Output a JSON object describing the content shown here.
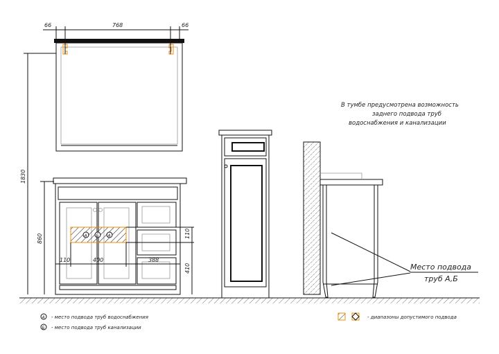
{
  "dimensions": {
    "mirror_left_margin": "66",
    "mirror_width": "768",
    "mirror_right_margin": "66",
    "total_height": "1830",
    "cabinet_height": "860",
    "zone_height": "110",
    "zone_floor_height": "410",
    "zone_left_offset": "110",
    "zone_width": "400",
    "zone_right_offset": "388"
  },
  "pipe_markers": [
    "А",
    "Б",
    "А"
  ],
  "note": [
    "В тумбе предусмотрена возможность",
    "заднего подвода труб",
    "водоснабжения и канализации"
  ],
  "callout": {
    "line1": "Место подвода",
    "line2": "труб А,Б"
  },
  "legend": {
    "a_symbol": "А",
    "a_text": "- место подвода труб водоснабжения",
    "b_symbol": "Б",
    "b_text": "- место подвода труб канализации",
    "range_text": "- диапазоны допустимого подвода"
  },
  "colors": {
    "accent": "#f08c00",
    "line": "#111111"
  }
}
